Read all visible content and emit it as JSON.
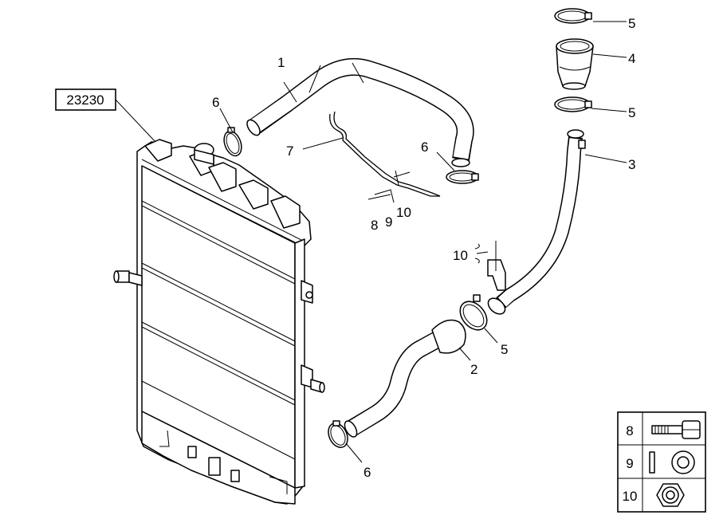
{
  "reference_label": "23230",
  "callouts": {
    "c1": "1",
    "c2": "2",
    "c3": "3",
    "c4": "4",
    "c5a": "5",
    "c5b": "5",
    "c5c": "5",
    "c6a": "6",
    "c6b": "6",
    "c6c": "6",
    "c7": "7",
    "c8": "8",
    "c9": "9",
    "c10a": "10",
    "c10b": "10"
  },
  "legend": {
    "rows": [
      {
        "number": "8",
        "icon": "bolt-icon"
      },
      {
        "number": "9",
        "icon": "washer-icon"
      },
      {
        "number": "10",
        "icon": "hex-nut-icon"
      }
    ]
  },
  "colors": {
    "line": "#000000",
    "background": "#ffffff"
  }
}
